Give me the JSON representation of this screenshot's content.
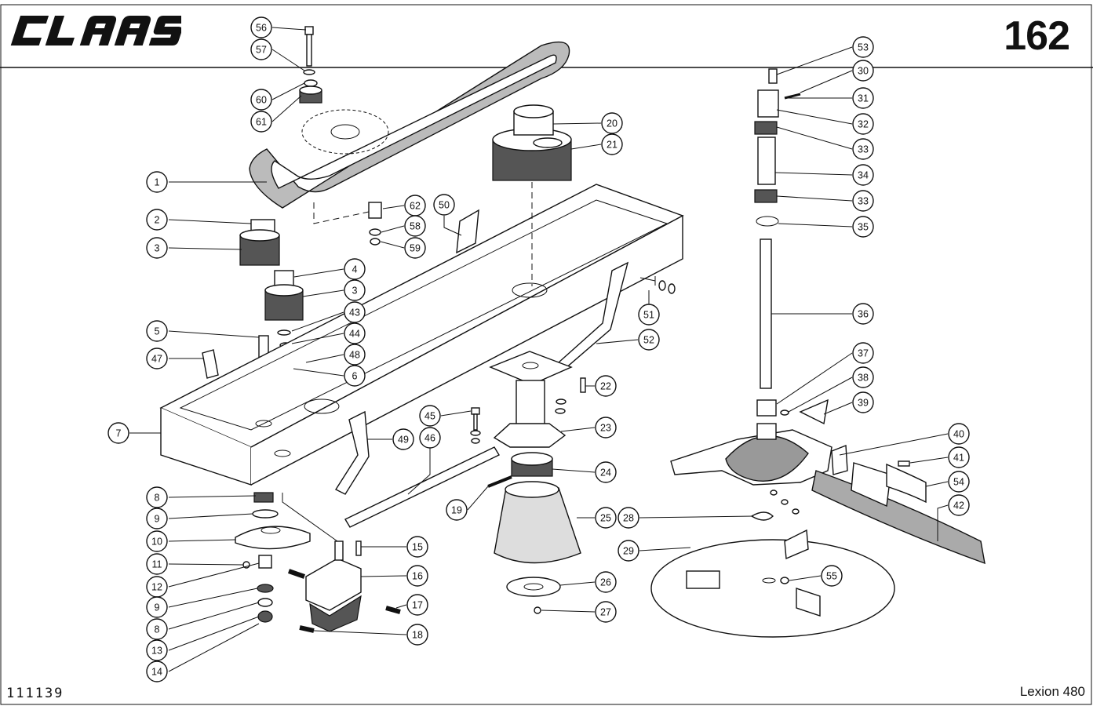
{
  "header": {
    "brand": "CLAAS",
    "page_number": "162"
  },
  "footer": {
    "drawing_id": "111139",
    "model": "Lexion 480"
  },
  "callouts": [
    "1",
    "2",
    "3",
    "4",
    "3",
    "5",
    "47",
    "43",
    "44",
    "48",
    "6",
    "7",
    "8",
    "9",
    "10",
    "11",
    "12",
    "9",
    "8",
    "13",
    "14",
    "56",
    "57",
    "60",
    "61",
    "62",
    "58",
    "59",
    "50",
    "20",
    "21",
    "51",
    "52",
    "22",
    "45",
    "46",
    "49",
    "23",
    "19",
    "24",
    "25",
    "15",
    "16",
    "17",
    "18",
    "26",
    "27",
    "53",
    "30",
    "31",
    "32",
    "33",
    "34",
    "33",
    "35",
    "36",
    "37",
    "38",
    "39",
    "40",
    "41",
    "54",
    "42",
    "28",
    "29",
    "55"
  ]
}
